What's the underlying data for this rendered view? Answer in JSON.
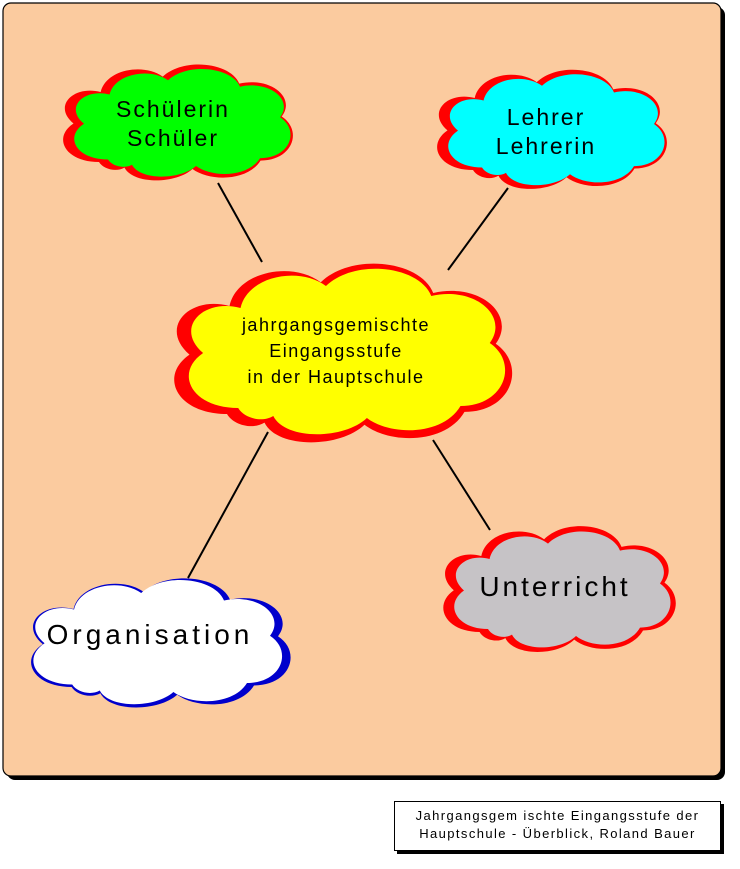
{
  "colors": {
    "canvas": "#fbcb9f",
    "center_fill": "#ffff00",
    "shadow_red": "#ff0000",
    "student_fill": "#00ff00",
    "teacher_fill": "#00ffff",
    "teaching_fill": "#c6c3c6",
    "organisation_fill": "#ffffff",
    "organisation_border": "#0000cc"
  },
  "nodes": {
    "center": {
      "lines": [
        "jahrgangsgemischte",
        "Eingangsstufe",
        "in der Hauptschule"
      ]
    },
    "students": {
      "lines": [
        "Schülerin",
        "Schüler"
      ]
    },
    "teachers": {
      "lines": [
        "Lehrer",
        "Lehrerin"
      ]
    },
    "teaching": {
      "lines": [
        "Unterricht"
      ]
    },
    "organisation": {
      "lines": [
        "Organisation"
      ]
    }
  },
  "caption": {
    "line1": "Jahrgangsgem ischte Eingangsstufe der",
    "line2": "Hauptschule - Überblick, Roland Bauer"
  }
}
